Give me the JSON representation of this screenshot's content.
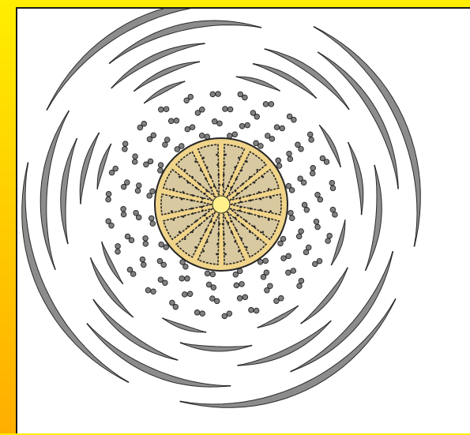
{
  "colors": {
    "frame_top": "#ffee00",
    "frame_bottom": "#ffae00",
    "panel": "#ffffff",
    "band_fill": "#8c8c8c",
    "band_stroke": "#2a2a2a",
    "granule_fill": "#808080",
    "core_fill": "#f0d48a",
    "core_stroke": "#262626",
    "segment_fill": "#d9c9a0",
    "hub_fill": "#fff08c"
  },
  "diagram": {
    "shape": "concentric",
    "outer_bands": 5,
    "granule_rings": 4,
    "core_segments": 14
  }
}
